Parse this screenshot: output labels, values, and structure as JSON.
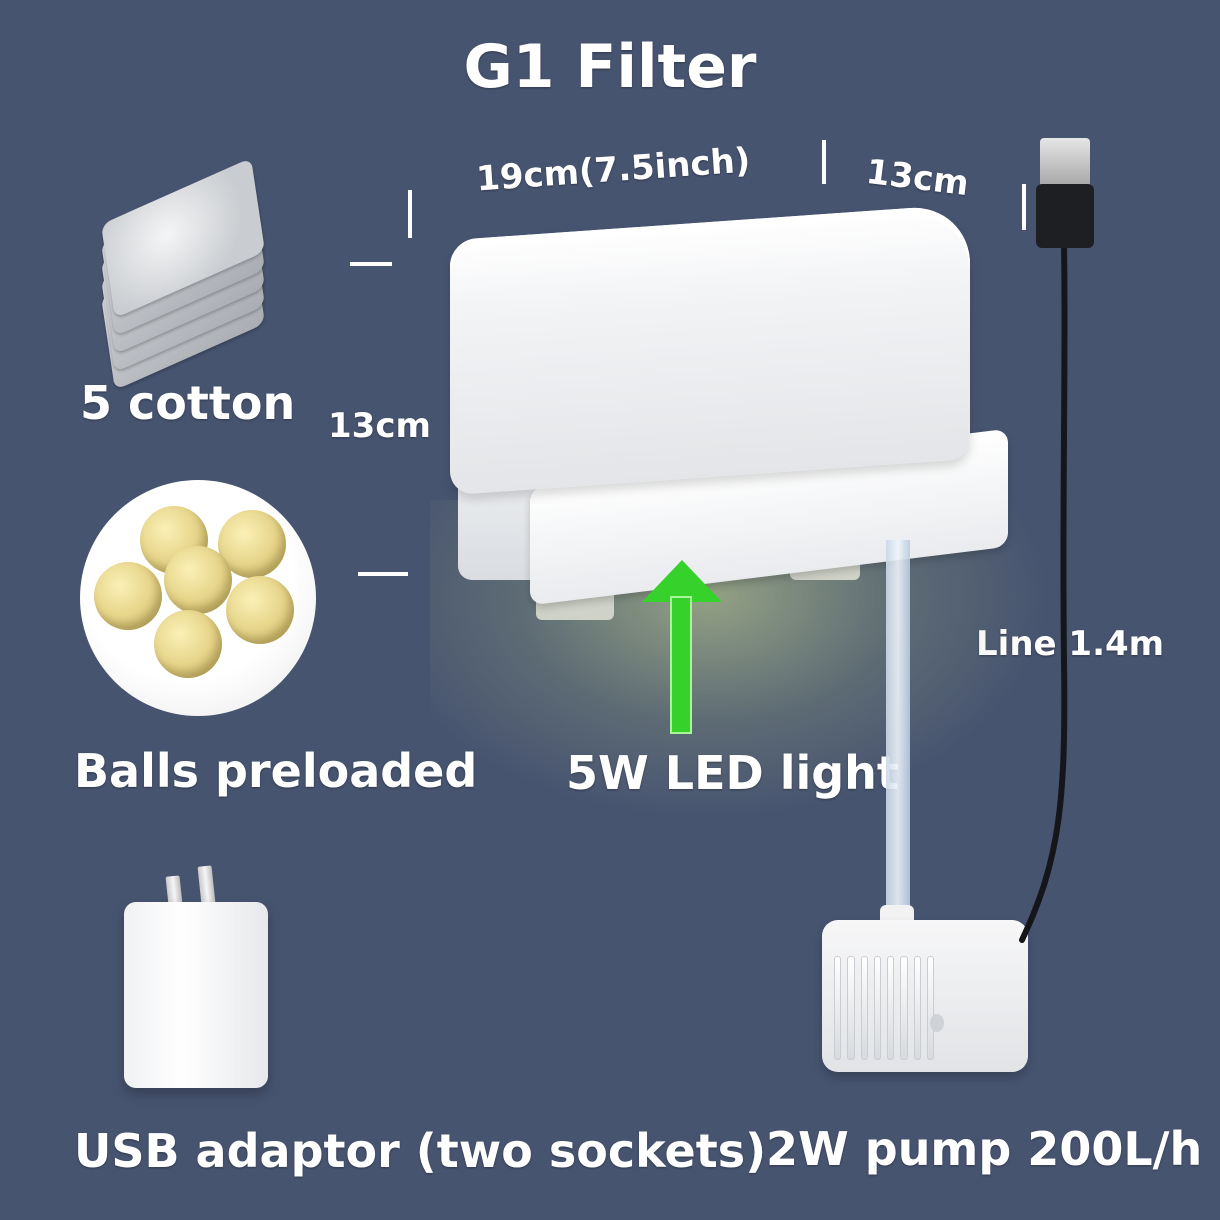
{
  "title": "G1 Filter",
  "dimensions": {
    "length": "19cm(7.5inch)",
    "width": "13cm",
    "height": "13cm",
    "cable": "Line 1.4m"
  },
  "accessories": {
    "cotton": "5 cotton",
    "balls": "Balls preloaded",
    "adaptor": "USB adaptor (two sockets)"
  },
  "features": {
    "led": "5W LED light",
    "pump": "2W pump 200L/h"
  },
  "colors": {
    "background": "#475470",
    "arrow": "#36d12a"
  }
}
